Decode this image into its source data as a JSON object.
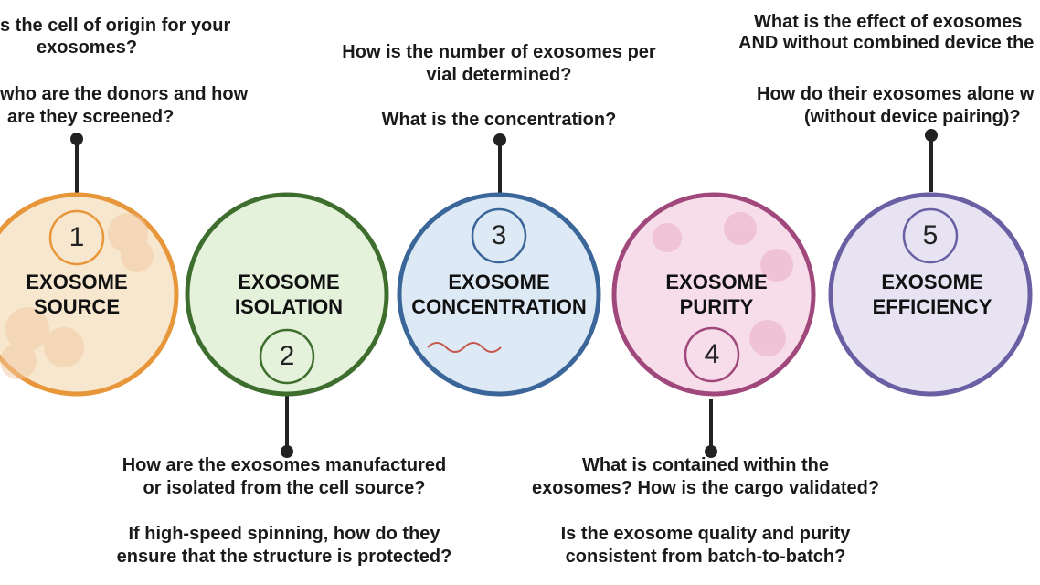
{
  "colors": {
    "source": {
      "stroke": "#e8963a",
      "fill": "#f8e7cf"
    },
    "isolation": {
      "stroke": "#3e6e2e",
      "fill": "#e4f1db"
    },
    "concentration": {
      "stroke": "#3b6699",
      "fill": "#dde9f5"
    },
    "purity": {
      "stroke": "#a0487c",
      "fill": "#f6dde9"
    },
    "efficiency": {
      "stroke": "#6a5fa2",
      "fill": "#e7e3f2"
    }
  },
  "steps": [
    {
      "number": "1",
      "line1": "EXOSOME",
      "line2": "SOURCE",
      "questions": [
        "s the cell of origin for your",
        "exosomes?",
        "who are the donors and how",
        "are they screened?"
      ]
    },
    {
      "number": "2",
      "line1": "EXOSOME",
      "line2": "ISOLATION",
      "questions": [
        "How are the exosomes manufactured",
        "or isolated from the cell source?",
        "If high-speed spinning, how do they",
        "ensure that the structure is protected?"
      ]
    },
    {
      "number": "3",
      "line1": "EXOSOME",
      "line2": "CONCENTRATION",
      "questions": [
        "How is the number of exosomes per",
        "vial determined?",
        "What is the concentration?"
      ]
    },
    {
      "number": "4",
      "line1": "EXOSOME",
      "line2": "PURITY",
      "questions": [
        "What is contained within the",
        "exosomes? How is the cargo validated?",
        "Is the exosome quality and purity",
        "consistent from batch-to-batch?"
      ]
    },
    {
      "number": "5",
      "line1": "EXOSOME",
      "line2": "EFFICIENCY",
      "questions": [
        "What is the effect of exosomes",
        "AND without combined device the",
        "How do their exosomes alone w",
        "(without device pairing)?"
      ]
    }
  ]
}
